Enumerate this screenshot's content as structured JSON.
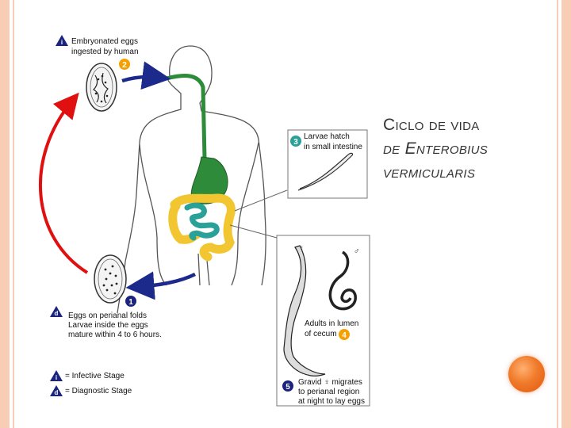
{
  "slide": {
    "title_line1": "Ciclo de vida",
    "title_line2": "de Enterobius",
    "title_line3": "vermicularis"
  },
  "legend": {
    "infective_letter": "i",
    "infective_label": "= Infective Stage",
    "diagnostic_letter": "d",
    "diagnostic_label": "= Diagnostic Stage"
  },
  "steps": {
    "top_eggs_line1": "Embryonated eggs",
    "top_eggs_line2": "ingested by human",
    "top_eggs_letter": "i",
    "step2_number": "2",
    "step3_number": "3",
    "step3_line1": "Larvae hatch",
    "step3_line2": "in small intestine",
    "bottom_eggs_letter": "d",
    "bottom_eggs_line1": "Eggs on perianal folds",
    "bottom_eggs_line2": "Larvae inside the eggs",
    "bottom_eggs_line3": "mature within 4 to 6 hours.",
    "step1_number": "1",
    "female_symbol": "♀",
    "male_symbol": "♂",
    "adults_line1": "Adults in lumen",
    "adults_line2": "of cecum",
    "step4_number": "4",
    "step5_number": "5",
    "gravid_line1": "Gravid ♀ migrates",
    "gravid_line2": "to perianal region",
    "gravid_line3": "at night to lay eggs"
  },
  "colors": {
    "badge_blue": "#1a237e",
    "badge_orange": "#f5a000",
    "cycle_arrow_red": "#e01010",
    "arrow_blue": "#1c2a8c",
    "esophagus_green": "#2e8b3a",
    "small_intestine_teal": "#2aa198",
    "colon_yellow": "#f2c630",
    "frame_peach": "#f7cdb6"
  }
}
